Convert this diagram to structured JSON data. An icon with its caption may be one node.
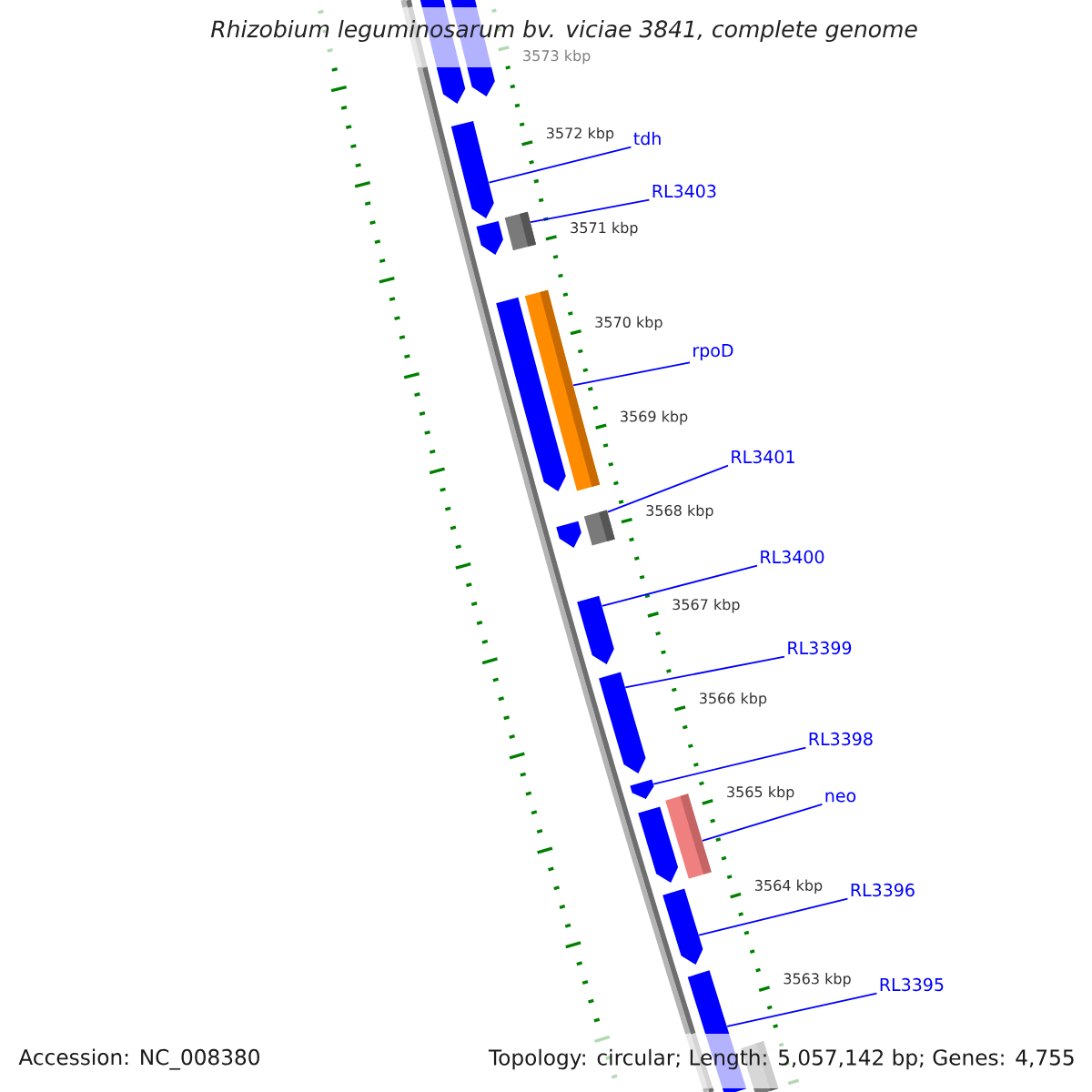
{
  "diagram": {
    "title": "Rhizobium leguminosarum bv. viciae 3841, complete genome",
    "nodes": [
      {
        "text": [
          "tdh"
        ]
      },
      {
        "text": [
          "RL3403"
        ]
      },
      {
        "text": [
          "rpoD"
        ]
      },
      {
        "text": [
          "RL3401"
        ]
      },
      {
        "text": [
          "RL3400"
        ]
      },
      {
        "text": [
          "RL3399"
        ]
      },
      {
        "text": [
          "RL3398"
        ]
      },
      {
        "text": [
          "neo"
        ]
      },
      {
        "text": [
          "RL3396"
        ]
      },
      {
        "text": [
          "RL3395"
        ]
      },
      {
        "text": [],
        "shape": "pentagon"
      },
      {
        "text": [],
        "shape": "pentagon"
      },
      {
        "text": [],
        "shape": "pentagon"
      },
      {
        "text": [],
        "shape": "box"
      },
      {
        "text": [],
        "shape": "pentagon"
      },
      {
        "text": [],
        "shape": "bar"
      },
      {
        "text": [],
        "shape": "pentagon"
      },
      {
        "text": [],
        "shape": "box"
      },
      {
        "text": [],
        "shape": "pentagon"
      },
      {
        "text": [],
        "shape": "pentagon"
      },
      {
        "text": [],
        "shape": "pentagon"
      },
      {
        "text": [],
        "shape": "pentagon"
      },
      {
        "text": [],
        "shape": "bar"
      },
      {
        "text": [],
        "shape": "pentagon"
      },
      {
        "text": [],
        "shape": "pentagon"
      },
      {
        "text": [],
        "shape": "bar"
      },
      {
        "text": [],
        "shape": "box"
      }
    ],
    "edges": [
      {
        "from": 0,
        "to": 12,
        "arrow": "none"
      },
      {
        "from": 1,
        "to": 13,
        "arrow": "none"
      },
      {
        "from": 2,
        "to": 15,
        "arrow": "none"
      },
      {
        "from": 3,
        "to": 17,
        "arrow": "none"
      },
      {
        "from": 4,
        "to": 19,
        "arrow": "none"
      },
      {
        "from": 5,
        "to": 20,
        "arrow": "none"
      },
      {
        "from": 6,
        "to": 21,
        "arrow": "none"
      },
      {
        "from": 7,
        "to": 22,
        "arrow": "none"
      },
      {
        "from": 8,
        "to": 24,
        "arrow": "none"
      },
      {
        "from": 9,
        "to": 25,
        "arrow": "none"
      }
    ],
    "labels": [
      "3573 kbp",
      "3572 kbp",
      "3571 kbp",
      "3570 kbp",
      "3569 kbp",
      "3568 kbp",
      "3567 kbp",
      "3566 kbp",
      "3565 kbp",
      "3564 kbp",
      "3563 kbp",
      "Accession: NC_008380",
      "Topology: circular; Length: 5,057,142 bp; Genes: 4,755"
    ]
  }
}
